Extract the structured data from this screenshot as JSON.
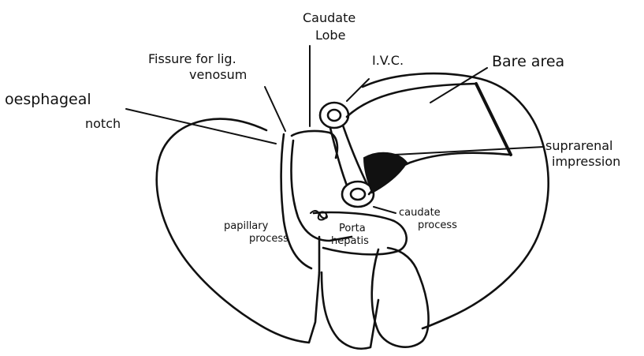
{
  "labels": {
    "caudate_lobe_1": "Caudate",
    "caudate_lobe_2": "Lobe",
    "ivc": "I.V.C.",
    "bare_area": "Bare area",
    "fissure_1": "Fissure for lig.",
    "fissure_2": "venosum",
    "oesophageal_1": "oesphageal",
    "oesophageal_2": "notch",
    "suprarenal_1": "suprarenal",
    "suprarenal_2": "impression",
    "caudate_process_1": "caudate",
    "caudate_process_2": "process",
    "papillary_1": "papillary",
    "papillary_2": "process",
    "porta_1": "Porta",
    "porta_2": "hepatis"
  },
  "colors": {
    "ink": "#111111",
    "paper": "#ffffff"
  }
}
